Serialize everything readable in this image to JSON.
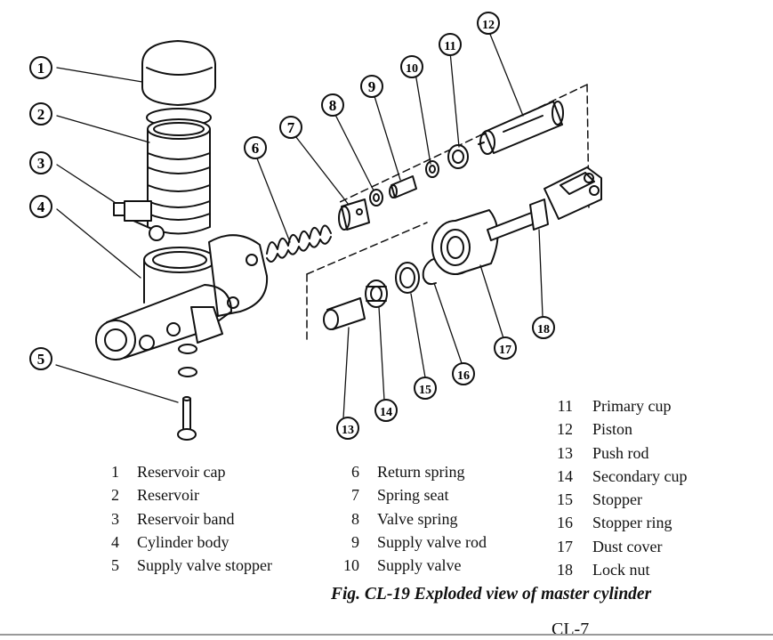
{
  "callouts": [
    "1",
    "2",
    "3",
    "4",
    "5",
    "6",
    "7",
    "8",
    "9",
    "10",
    "11",
    "12",
    "13",
    "14",
    "15",
    "16",
    "17",
    "18"
  ],
  "legend": {
    "col1": [
      {
        "num": "1",
        "label": "Reservoir cap"
      },
      {
        "num": "2",
        "label": "Reservoir"
      },
      {
        "num": "3",
        "label": "Reservoir band"
      },
      {
        "num": "4",
        "label": "Cylinder body"
      },
      {
        "num": "5",
        "label": "Supply valve stopper"
      }
    ],
    "col2": [
      {
        "num": "6",
        "label": "Return spring"
      },
      {
        "num": "7",
        "label": "Spring seat"
      },
      {
        "num": "8",
        "label": "Valve spring"
      },
      {
        "num": "9",
        "label": "Supply valve rod"
      },
      {
        "num": "10",
        "label": "Supply valve"
      }
    ],
    "col3": [
      {
        "num": "11",
        "label": "Primary cup"
      },
      {
        "num": "12",
        "label": "Piston"
      },
      {
        "num": "13",
        "label": "Push rod"
      },
      {
        "num": "14",
        "label": "Secondary cup"
      },
      {
        "num": "15",
        "label": "Stopper"
      },
      {
        "num": "16",
        "label": "Stopper ring"
      },
      {
        "num": "17",
        "label": "Dust cover"
      },
      {
        "num": "18",
        "label": "Lock nut"
      }
    ]
  },
  "caption": "Fig. CL-19  Exploded view of master cylinder",
  "page_number": "CL-7"
}
